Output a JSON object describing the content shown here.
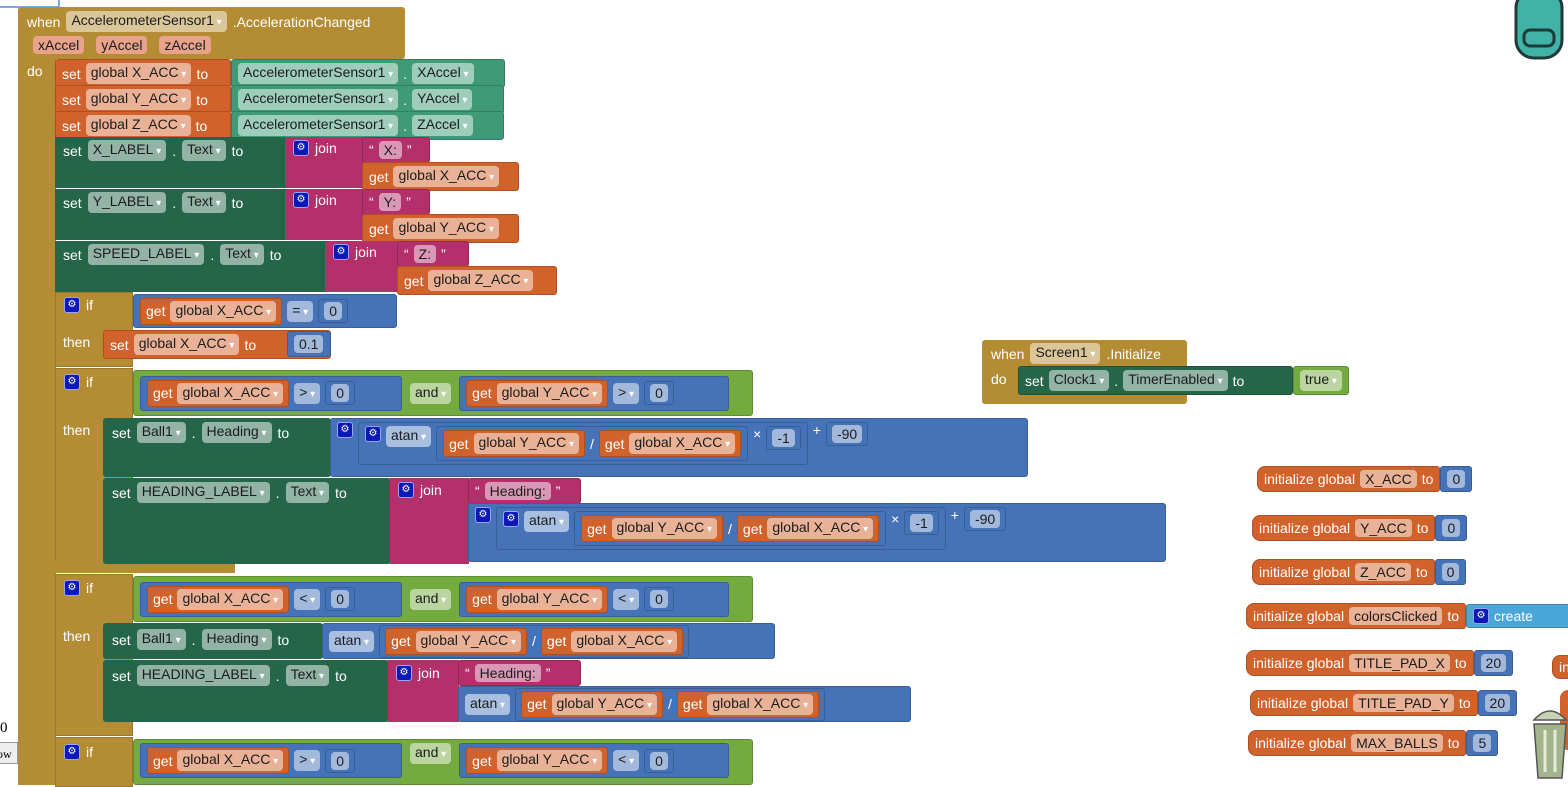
{
  "kw": {
    "when": "when",
    "do": "do",
    "set": "set",
    "to": "to",
    "get": "get",
    "join": "join",
    "if": "if",
    "then": "then",
    "dot": ".",
    "and": "and",
    "atan": "atan",
    "div": "/",
    "times": "×",
    "plus": "+",
    "init": "initialize global",
    "create": "create",
    "eq": "=",
    "gt": ">",
    "lt": "<",
    "q1": "“",
    "q2": "”",
    "gear": "⚙"
  },
  "event": {
    "component": "AccelerometerSensor1",
    "name": ".AccelerationChanged",
    "params": [
      "xAccel",
      "yAccel",
      "zAccel"
    ]
  },
  "vars": {
    "x": "global X_ACC",
    "y": "global Y_ACC",
    "z": "global Z_ACC"
  },
  "getters": {
    "component": "AccelerometerSensor1",
    "x": "XAccel",
    "y": "YAccel",
    "z": "ZAccel"
  },
  "labels": {
    "x": "X_LABEL",
    "y": "Y_LABEL",
    "speed": "SPEED_LABEL",
    "heading": "HEADING_LABEL",
    "text": "Text",
    "ball": "Ball1",
    "headingProp": "Heading"
  },
  "strings": {
    "x": "X:",
    "y": "Y:",
    "z": "Z:",
    "heading": "Heading:"
  },
  "numbers": {
    "zero": "0",
    "point1": "0.1",
    "neg1": "-1",
    "neg90": "-90"
  },
  "screen": {
    "component": "Screen1",
    "event": ".Initialize",
    "clock": "Clock1",
    "prop": "TimerEnabled",
    "value": "true"
  },
  "globals": [
    {
      "name": "X_ACC",
      "value": "0"
    },
    {
      "name": "Y_ACC",
      "value": "0"
    },
    {
      "name": "Z_ACC",
      "value": "0"
    },
    {
      "name": "colorsClicked",
      "value": "create"
    },
    {
      "name": "TITLE_PAD_X",
      "value": "20"
    },
    {
      "name": "TITLE_PAD_Y",
      "value": "20"
    },
    {
      "name": "MAX_BALLS",
      "value": "5"
    }
  ],
  "partial": {
    "init": "in",
    "left_number": "0",
    "left_button": "ow V"
  }
}
